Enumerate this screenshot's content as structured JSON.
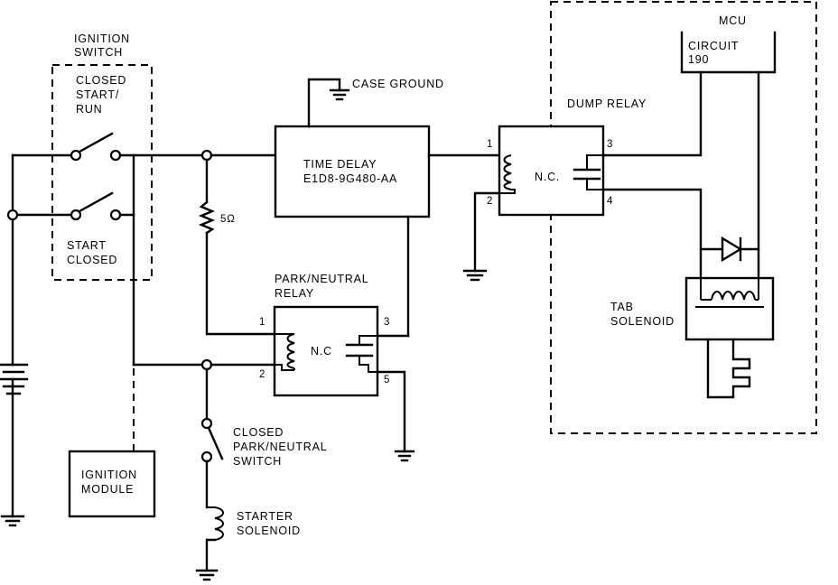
{
  "labels": {
    "ignition_switch": [
      "IGNITION",
      "SWITCH"
    ],
    "closed_start_run": [
      "CLOSED",
      "START/",
      "RUN"
    ],
    "start_closed": [
      "START",
      "CLOSED"
    ],
    "resistor": "5Ω",
    "case_ground": "CASE GROUND",
    "time_delay": [
      "TIME DELAY",
      "E1D8-9G480-AA"
    ],
    "park_neutral_relay": [
      "PARK/NEUTRAL",
      "RELAY"
    ],
    "park_relay_nc": "N.C",
    "dump_relay": "DUMP RELAY",
    "dump_relay_nc": "N.C.",
    "mcu": "MCU",
    "circuit": [
      "CIRCUIT",
      "190"
    ],
    "tab_solenoid": [
      "TAB",
      "SOLENOID"
    ],
    "ignition_module": [
      "IGNITION",
      "MODULE"
    ],
    "pn_switch": [
      "CLOSED",
      "PARK/NEUTRAL",
      "SWITCH"
    ],
    "starter_solenoid": [
      "STARTER",
      "SOLENOID"
    ]
  },
  "pins": {
    "pn_1": "1",
    "pn_2": "2",
    "pn_3": "3",
    "pn_5": "5",
    "dump_1": "1",
    "dump_2": "2",
    "dump_3": "3",
    "dump_4": "4"
  }
}
